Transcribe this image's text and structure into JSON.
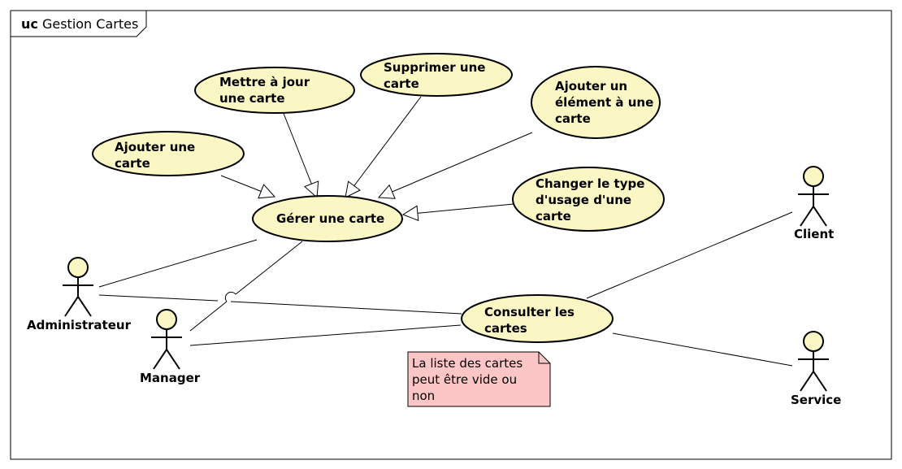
{
  "frame": {
    "keyword": "uc",
    "name": "Gestion Cartes"
  },
  "use_cases": {
    "gerer": "Gérer une carte",
    "ajouter": "Ajouter une carte",
    "mettre_a_jour": "Mettre à jour une carte",
    "supprimer": "Supprimer une carte",
    "ajouter_element": "Ajouter un élément à une carte",
    "changer_type": "Changer le type d'usage d'une carte",
    "consulter": "Consulter les cartes"
  },
  "actors": {
    "administrateur": "Administrateur",
    "manager": "Manager",
    "client": "Client",
    "service": "Service"
  },
  "note": "La liste des cartes peut être vide ou non",
  "colors": {
    "use_case_fill": "#fbf7c5",
    "actor_fill": "#fbf7c5",
    "note_fill": "#fcc6c6",
    "line": "#000000"
  }
}
